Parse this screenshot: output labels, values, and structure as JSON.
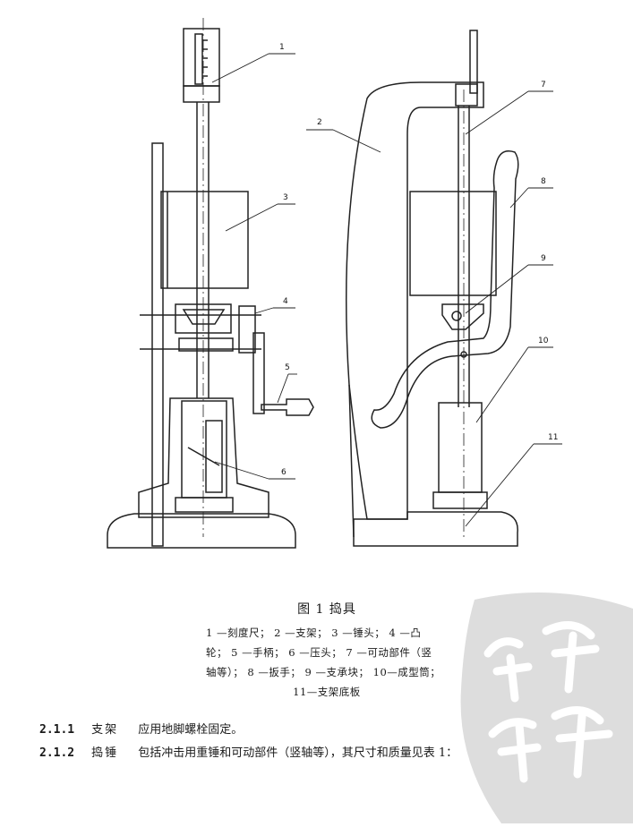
{
  "figure": {
    "leader_labels": [
      "1",
      "2",
      "3",
      "4",
      "5",
      "6",
      "7",
      "8",
      "9",
      "10",
      "11"
    ],
    "caption_title": "图 1   捣具",
    "legend_lines": [
      "1 —刻度尺；  2 —支架；  3 —锤头；  4 —凸",
      "轮；  5 —手柄；  6 —压头；  7 —可动部件（竖",
      "轴等）；  8 —扳手；  9 —支承块；  10—成型筒；",
      "11—支架底板"
    ]
  },
  "clauses": [
    {
      "num": "2.1.1",
      "term": "支架",
      "text": "应用地脚螺栓固定。"
    },
    {
      "num": "2.1.2",
      "term": "捣锤",
      "text": "包括冲击用重锤和可动部件（竖轴等），其尺寸和质量见表 1："
    }
  ],
  "colors": {
    "ink": "#1a1a1a",
    "stamp": "#c9c9c9"
  }
}
